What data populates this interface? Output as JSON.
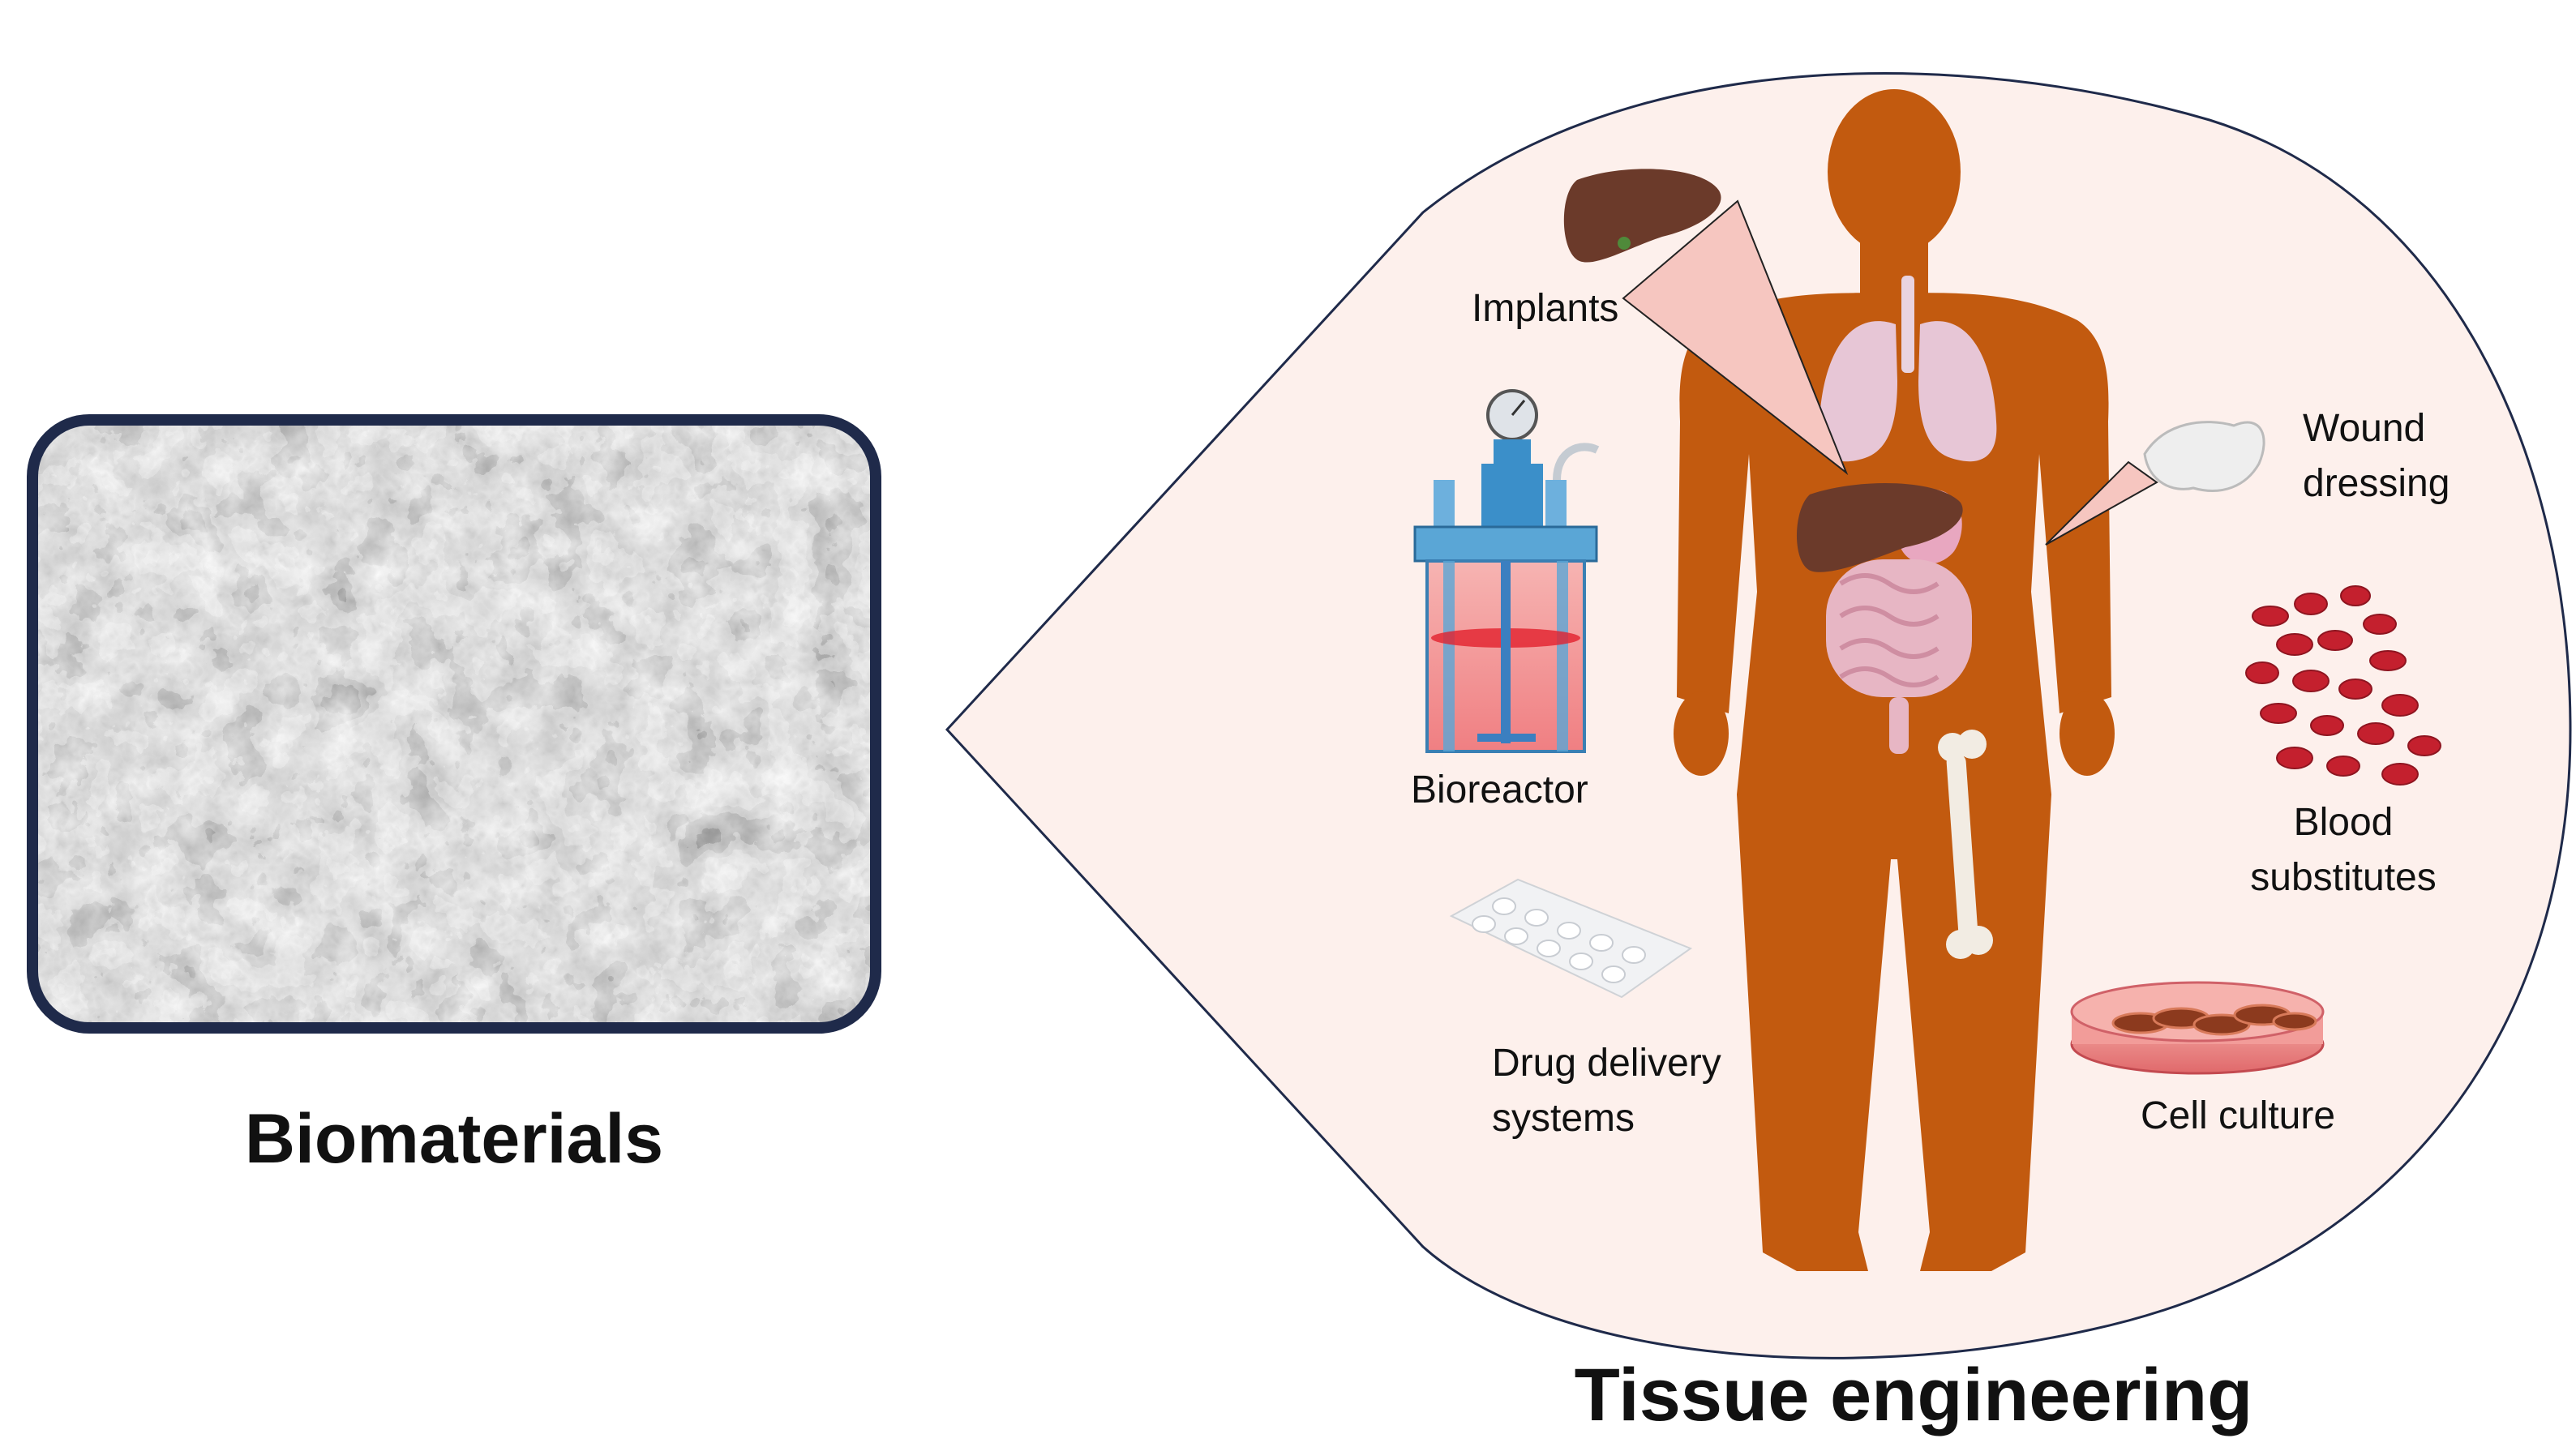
{
  "left_panel": {
    "title": "Biomaterials"
  },
  "right_panel": {
    "title": "Tissue engineering",
    "applications": {
      "implants": "Implants",
      "bioreactor": "Bioreactor",
      "wound_line1": "Wound",
      "wound_line2": "dressing",
      "blood_line1": "Blood",
      "blood_line2": "substitutes",
      "drug_line1": "Drug delivery",
      "drug_line2": "systems",
      "cell_culture": "Cell culture"
    }
  },
  "colors": {
    "frame_border": "#1f2a4a",
    "callout_fill": "#fdf0ec",
    "callout_stroke": "#1f2a4a",
    "body": "#c25a0f",
    "liver": "#6b3a2a",
    "lungs": "#e7c6d6",
    "intestine": "#e7b6c4",
    "blood_cell": "#c4202e",
    "pointer_fill": "#f6c6c0"
  }
}
